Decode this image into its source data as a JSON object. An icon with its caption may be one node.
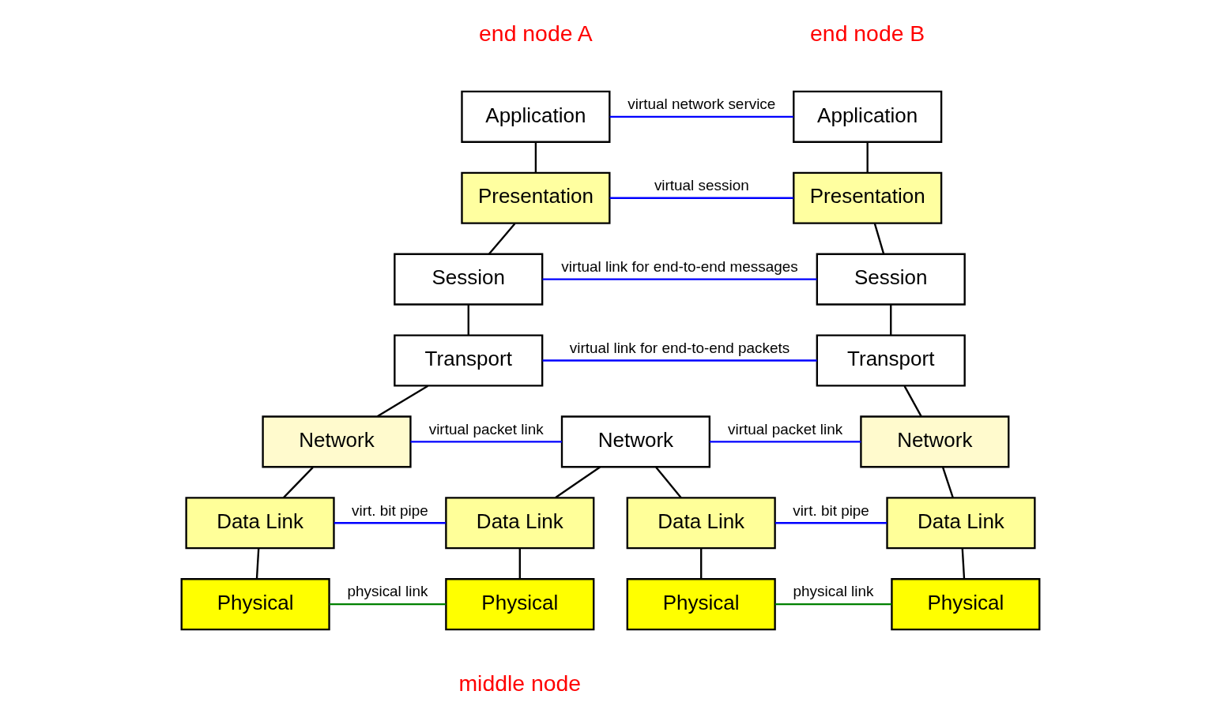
{
  "diagram": {
    "nodes": [
      {
        "text": [
          "Application"
        ]
      },
      {
        "text": [
          "Presentation"
        ]
      },
      {
        "text": [
          "Session"
        ]
      },
      {
        "text": [
          "Transport"
        ]
      },
      {
        "text": [
          "Network"
        ]
      },
      {
        "text": [
          "Data Link"
        ]
      },
      {
        "text": [
          "Physical"
        ]
      },
      {
        "text": [
          "Network"
        ]
      },
      {
        "text": [
          "Data Link"
        ]
      },
      {
        "text": [
          "Physical"
        ]
      },
      {
        "text": [
          "Data Link"
        ]
      },
      {
        "text": [
          "Physical"
        ]
      },
      {
        "text": [
          "Application"
        ]
      },
      {
        "text": [
          "Presentation"
        ]
      },
      {
        "text": [
          "Session"
        ]
      },
      {
        "text": [
          "Transport"
        ]
      },
      {
        "text": [
          "Network"
        ]
      },
      {
        "text": [
          "Data Link"
        ]
      },
      {
        "text": [
          "Physical"
        ]
      }
    ],
    "edges": [
      {
        "from": 0,
        "to": 1,
        "arrow": "none"
      },
      {
        "from": 1,
        "to": 2,
        "arrow": "none"
      },
      {
        "from": 2,
        "to": 3,
        "arrow": "none"
      },
      {
        "from": 3,
        "to": 4,
        "arrow": "none"
      },
      {
        "from": 4,
        "to": 5,
        "arrow": "none"
      },
      {
        "from": 5,
        "to": 6,
        "arrow": "none"
      },
      {
        "from": 7,
        "to": 8,
        "arrow": "none"
      },
      {
        "from": 7,
        "to": 10,
        "arrow": "none"
      },
      {
        "from": 8,
        "to": 9,
        "arrow": "none"
      },
      {
        "from": 10,
        "to": 11,
        "arrow": "none"
      },
      {
        "from": 12,
        "to": 13,
        "arrow": "none"
      },
      {
        "from": 13,
        "to": 14,
        "arrow": "none"
      },
      {
        "from": 14,
        "to": 15,
        "arrow": "none"
      },
      {
        "from": 15,
        "to": 16,
        "arrow": "none"
      },
      {
        "from": 16,
        "to": 17,
        "arrow": "none"
      },
      {
        "from": 17,
        "to": 18,
        "arrow": "none"
      },
      {
        "from": 0,
        "to": 12,
        "arrow": "none",
        "label": "virtual network service",
        "color": "#0000ff"
      },
      {
        "from": 1,
        "to": 13,
        "arrow": "none",
        "label": "virtual session",
        "color": "#0000ff"
      },
      {
        "from": 2,
        "to": 14,
        "arrow": "none",
        "label": "virtual link for end-to-end messages",
        "color": "#0000ff"
      },
      {
        "from": 3,
        "to": 15,
        "arrow": "none",
        "label": "virtual link for end-to-end packets",
        "color": "#0000ff"
      },
      {
        "from": 4,
        "to": 7,
        "arrow": "none",
        "label": "virtual packet link",
        "color": "#0000ff"
      },
      {
        "from": 7,
        "to": 16,
        "arrow": "none",
        "label": "virtual packet link",
        "color": "#0000ff"
      },
      {
        "from": 5,
        "to": 8,
        "arrow": "none",
        "label": "virt. bit pipe",
        "color": "#0000ff"
      },
      {
        "from": 10,
        "to": 17,
        "arrow": "none",
        "label": "virt. bit pipe",
        "color": "#0000ff"
      },
      {
        "from": 6,
        "to": 9,
        "arrow": "none",
        "label": "physical link",
        "color": "#008000"
      },
      {
        "from": 11,
        "to": 18,
        "arrow": "none",
        "label": "physical link",
        "color": "#008000"
      }
    ],
    "labels": [
      "end node A",
      "end node B",
      "middle node"
    ]
  }
}
